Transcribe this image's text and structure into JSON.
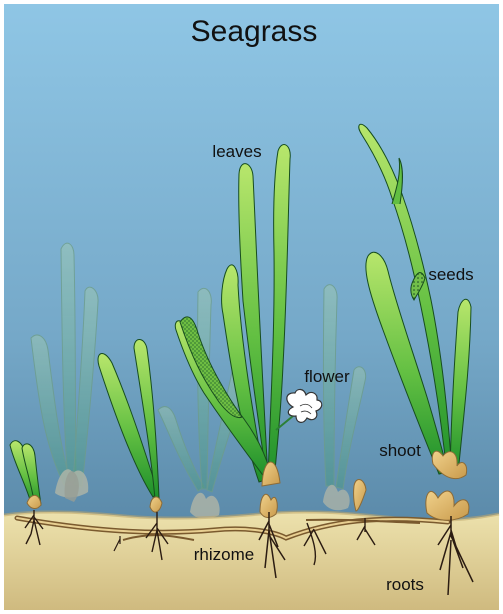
{
  "title": "Seagrass",
  "labels": {
    "leaves": "leaves",
    "seeds": "seeds",
    "flower": "flower",
    "shoot": "shoot",
    "rhizome": "rhizome",
    "roots": "roots"
  },
  "colors": {
    "water_top": "#8fc6e5",
    "water_bottom": "#4f7c9b",
    "sediment": "#d8c791",
    "leaf_light": "#b8e66c",
    "leaf_dark": "#1d9b2d",
    "root": "#2b1c12",
    "shoot_base": "#e3bf6f",
    "flower_white": "#ffffff"
  }
}
